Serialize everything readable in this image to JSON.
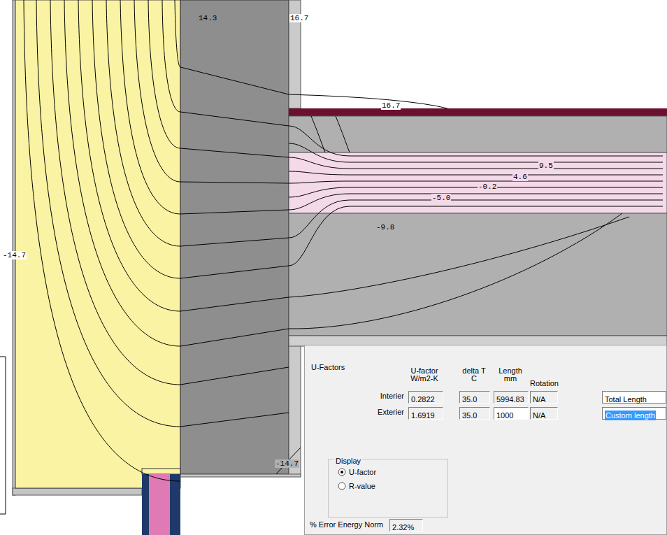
{
  "diagram": {
    "nodes": [
      {
        "text": [
          "U-Factors"
        ]
      },
      {
        "text": [
          "0.2822"
        ],
        "in": 0
      },
      {
        "text": [
          "35.0"
        ],
        "in": 0
      },
      {
        "text": [
          "5994.83"
        ],
        "in": 0
      },
      {
        "text": [
          "N/A"
        ],
        "in": 0
      },
      {
        "text": [
          "Total Length"
        ],
        "in": 0
      },
      {
        "text": [
          "1.6919"
        ],
        "in": 0
      },
      {
        "text": [
          "35.0"
        ],
        "in": 0
      },
      {
        "text": [
          "1000"
        ],
        "in": 0
      },
      {
        "text": [
          "N/A"
        ],
        "in": 0
      },
      {
        "text": [
          "Custom length"
        ],
        "in": 0
      },
      {
        "text": [
          "Display"
        ],
        "in": 0
      },
      {
        "text": [
          "2.32%"
        ],
        "in": 0
      }
    ],
    "labels": [
      "14.3",
      "16.7",
      "16.7",
      "9.5",
      "4.6",
      "-0.2",
      "-5.0",
      "-9.8",
      "-14.7",
      "-14.7",
      "U-factor W/m2-K",
      "delta T C",
      "Length mm",
      "Rotation",
      "Interier",
      "Exterier",
      "U-factor",
      "R-value",
      "% Error Energy Norm"
    ]
  }
}
